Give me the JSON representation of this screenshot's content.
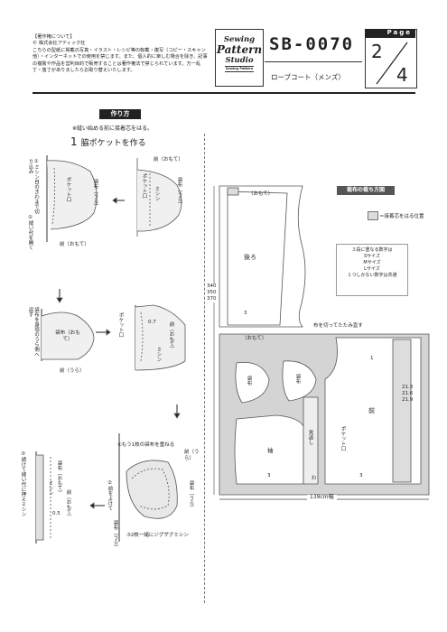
{
  "copyright": {
    "heading": "【著作権について】",
    "company": "© 株式会社アティック社",
    "body": "こちらの型紙に掲載の写真・イラスト・レシピ等の転載・複写（コピー・スキャン他）・インターネットでの使用を禁じます。また、個人的に楽しむ場合を除き、記事の複製や作品を営利目的で販売することは著作権法で禁じられています。万一乱丁・落丁がありましたらお取り替えいたします。"
  },
  "logo": {
    "line1": "Sewing",
    "line2": "Pattern",
    "line3": "Studio",
    "tiny": "Sewing Pattern"
  },
  "header": {
    "code": "SB-0070",
    "subtitle": "ローブコート（メンズ）",
    "page_label": "Page",
    "page": "2",
    "total": "4"
  },
  "instructions": {
    "title": "作り方",
    "note": "※縫い始める前に接着芯をはる。",
    "step_number": "1",
    "step_title": "脇ポケットを作る"
  },
  "labels": {
    "front_omote": "前（おもて）",
    "pocket_ura": "袋布（うら）",
    "pocket_omote": "袋布（おもて）",
    "pocket": "ポケット口",
    "mishin": "ミシン",
    "front_ura": "前（うら）",
    "ann1": "①ミシン目のきわまで切り込み",
    "ann2": "②縫い代を開く",
    "fold_ann": "袋布を身頃のうら側へ返す",
    "dim07": "0.7",
    "dim05": "0.5",
    "step_a": "①もう1枚の袋布を重ねる",
    "step_b": "②前をよけて",
    "step_c": "③2枚一緒にジグザグミシン",
    "sew_ann": "③続けて縫い代に押えミシン",
    "pocket_omote2": "袋布（おもて）",
    "mishin2": "ミシン"
  },
  "layout": {
    "title": "裁布の裁ち方図",
    "legend": "＝接着芯をはる位置",
    "sizes_title": "３段に重なる数字は",
    "size_s": "Sサイズ",
    "size_m": "Mサイズ",
    "size_l": "Lサイズ",
    "size_note": "１つしかない数字は共通",
    "omote": "（おもて）",
    "back": "後ろ",
    "front": "前",
    "sleeve": "袖",
    "pocket_cloth": "袋布",
    "facing": "見返し",
    "pocket_mouth": "ポケット口",
    "wa": "わ",
    "fold_note": "布を切ってたたみ直す",
    "width": "139cm幅",
    "dims_left": [
      "340",
      "350",
      "370"
    ],
    "dims_right": [
      "21.3",
      "21.6",
      "21.9"
    ],
    "seam1": "1",
    "seam3": "3"
  }
}
